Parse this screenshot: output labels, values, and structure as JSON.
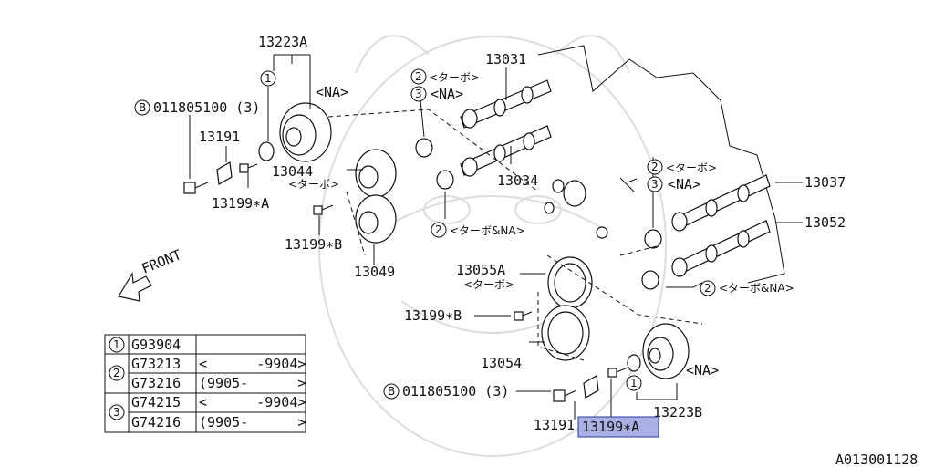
{
  "diagram_id": "A013001128",
  "front_label": "FRONT",
  "callouts": {
    "c13223A": "13223A",
    "c13223B": "13223B",
    "c13031": "13031",
    "c13034": "13034",
    "c13037": "13037",
    "c13052": "13052",
    "c13044": "13044",
    "c13049": "13049",
    "c13055A": "13055A",
    "c13054": "13054",
    "c13191_top": "13191",
    "c13191_bot": "13191",
    "c13199A_top": "13199∗A",
    "c13199A_bot": "13199∗A",
    "c13199B_top": "13199∗B",
    "c13199B_mid": "13199∗B",
    "bolt_top": "011805100 (3)",
    "bolt_bot": "011805100 (3)",
    "b_mark": "B",
    "na": "<NA>",
    "turbo": "<ターボ>",
    "turbo_na": "<ターボ&NA>",
    "n1": "1",
    "n2": "2",
    "n3": "3"
  },
  "legend_table": [
    {
      "ref": "1",
      "rows": [
        {
          "part": "G93904",
          "range": ""
        }
      ]
    },
    {
      "ref": "2",
      "rows": [
        {
          "part": "G73213",
          "range": "<      -9904>"
        },
        {
          "part": "G73216",
          "range": "(9905-      >"
        }
      ]
    },
    {
      "ref": "3",
      "rows": [
        {
          "part": "G74215",
          "range": "<      -9904>"
        },
        {
          "part": "G74216",
          "range": "(9905-      >"
        }
      ]
    }
  ]
}
